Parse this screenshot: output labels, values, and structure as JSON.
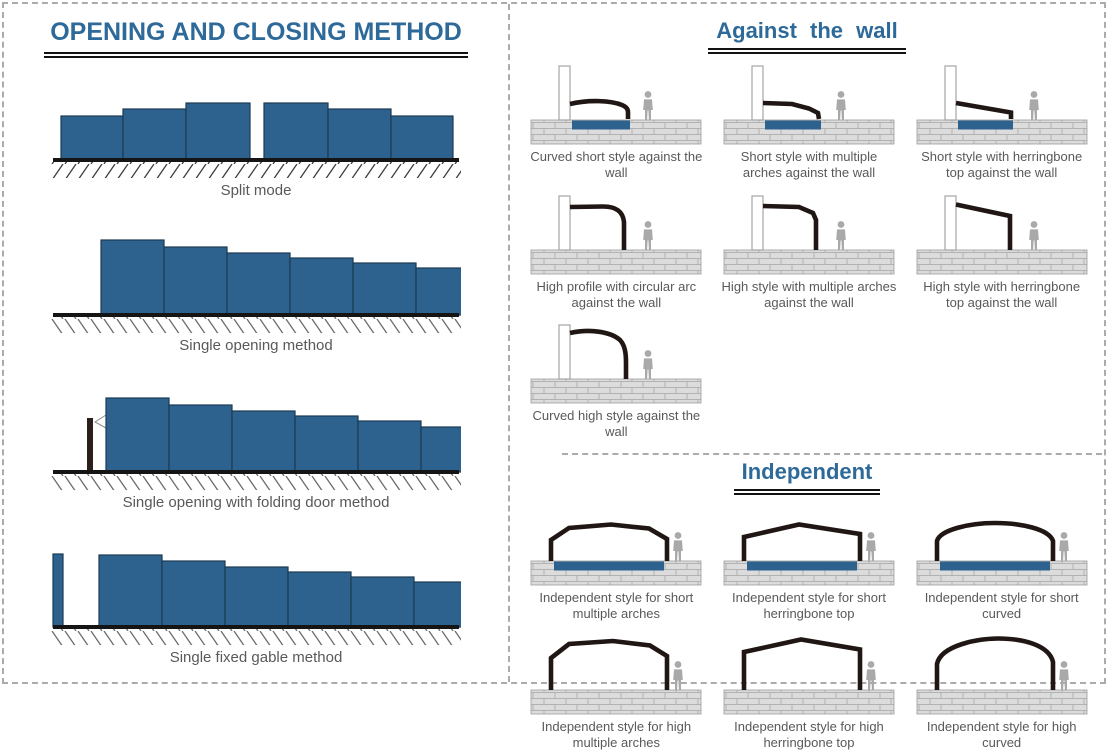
{
  "left_panel": {
    "title": "OPENING AND CLOSING METHOD",
    "diagrams": [
      {
        "label": "Split mode"
      },
      {
        "label": "Single opening method"
      },
      {
        "label": "Single opening with folding door method"
      },
      {
        "label": "Single fixed gable method"
      }
    ]
  },
  "right_panel": {
    "against_wall": {
      "title": "Against the wall",
      "items": [
        {
          "label": "Curved short style against the wall"
        },
        {
          "label": "Short style with multiple arches against the wall"
        },
        {
          "label": "Short style with herringbone top against the wall"
        },
        {
          "label": "High profile with circular arc against the wall"
        },
        {
          "label": "High style with multiple arches against the wall"
        },
        {
          "label": "High style with herringbone top against the wall"
        },
        {
          "label": "Curved high style against the wall"
        }
      ]
    },
    "independent": {
      "title": "Independent",
      "items": [
        {
          "label": "Independent style for short multiple arches"
        },
        {
          "label": "Independent style for short herringbone top"
        },
        {
          "label": "Independent style for short curved"
        },
        {
          "label": "Independent style for high multiple arches"
        },
        {
          "label": "Independent style for high herringbone top"
        },
        {
          "label": "Independent style for high curved"
        }
      ]
    }
  },
  "colors": {
    "accent-blue": "#2e6a99",
    "panel-blue": "#2d628f",
    "roof-dark": "#201613",
    "label-gray": "#595959",
    "figure-gray": "#a9a9a9",
    "border-gray": "#ababab"
  }
}
